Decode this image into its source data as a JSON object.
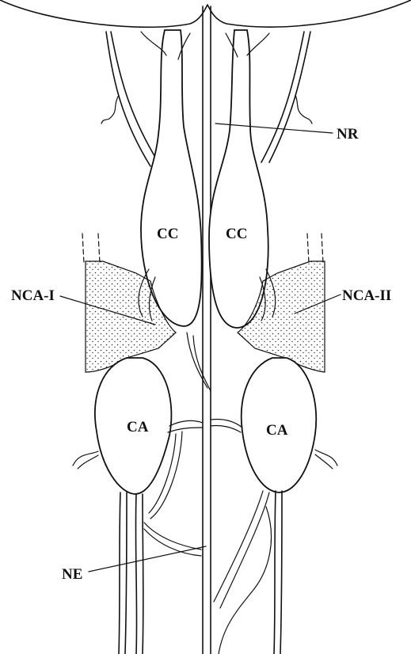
{
  "labels": {
    "nr": "NR",
    "cc_left": "CC",
    "cc_right": "CC",
    "nca_i": "NCA-I",
    "nca_ii": "NCA-II",
    "ca_left": "CA",
    "ca_right": "CA",
    "ne": "NE"
  }
}
